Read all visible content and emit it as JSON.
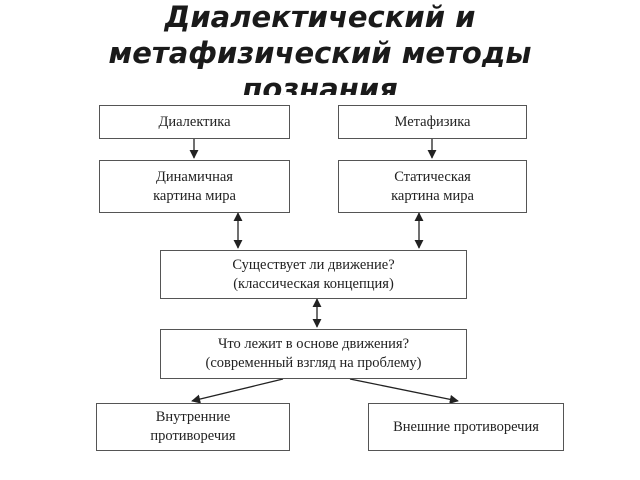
{
  "title": {
    "line1": "Диалектический и",
    "line2": "метафизический методы",
    "line3": "познания"
  },
  "boxes": {
    "dialectics": "Диалектика",
    "metaphysics": "Метафизика",
    "dynamic_picture": "Динамичная\nкартина мира",
    "static_picture": "Статическая\nкартина мира",
    "motion_exists": "Существует ли движение?\n(классическая концепция)",
    "motion_basis": "Что лежит в основе движения?\n(современный взгляд на проблему)",
    "internal_contradictions": "Внутренние\nпротиворечия",
    "external_contradictions": "Внешние противоречия"
  }
}
